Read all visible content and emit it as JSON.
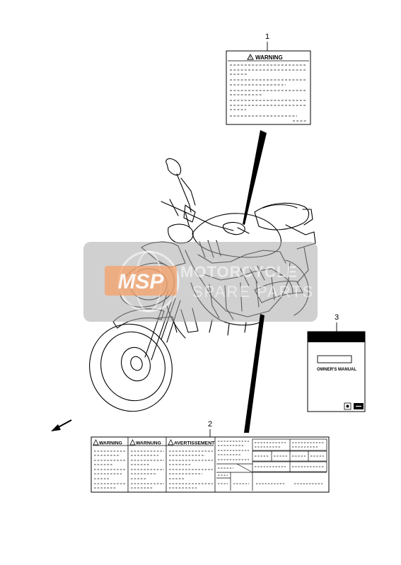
{
  "callouts": [
    "1",
    "2",
    "3"
  ],
  "warning_label": {
    "heading": "WARNING"
  },
  "multilingual_label": {
    "headings": [
      "WARNING",
      "WARNUNG",
      "AVERTISSEMENT"
    ]
  },
  "owners_manual": {
    "title": "OWNER'S MANUAL"
  },
  "watermark": {
    "logo_text": "MSP",
    "line1": "MOTORCYCLE",
    "line2": "SPARE PARTS"
  },
  "colors": {
    "ink": "#000000",
    "watermark_gray": "#a9a9a9",
    "watermark_orange": "#f6a26a"
  },
  "icons": [
    "warning-triangle-icon",
    "front-direction-arrow-icon",
    "manual-pictogram-icon"
  ]
}
